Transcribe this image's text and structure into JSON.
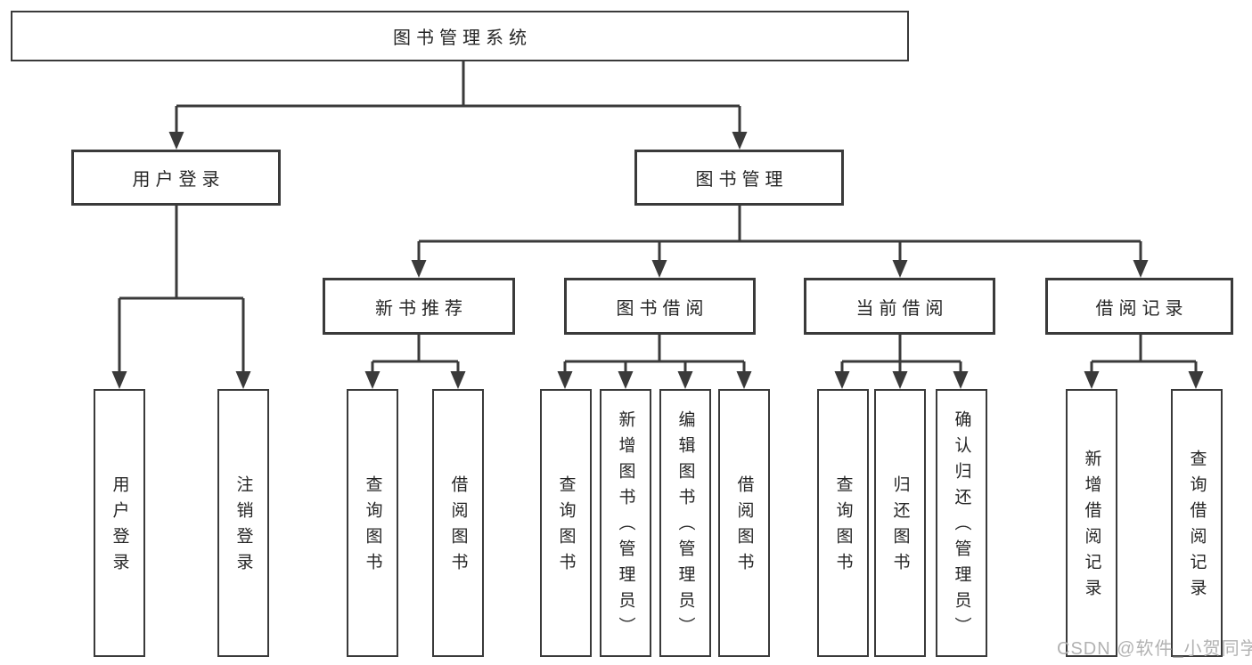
{
  "watermark": "CSDN @软件_小贺同学",
  "colors": {
    "line": "#3a3a3a",
    "text": "#262626",
    "box_background": "#ffffff",
    "watermark": "#b2b2b2"
  },
  "tree": {
    "label": "图书管理系统",
    "children": [
      {
        "label": "用户登录",
        "children": [
          {
            "label": "用户登录"
          },
          {
            "label": "注销登录"
          }
        ]
      },
      {
        "label": "图书管理",
        "children": [
          {
            "label": "新书推荐",
            "children": [
              {
                "label": "查询图书"
              },
              {
                "label": "借阅图书"
              }
            ]
          },
          {
            "label": "图书借阅",
            "children": [
              {
                "label": "查询图书"
              },
              {
                "label": "新增图书（管理员）"
              },
              {
                "label": "编辑图书（管理员）"
              },
              {
                "label": "借阅图书"
              }
            ]
          },
          {
            "label": "当前借阅",
            "children": [
              {
                "label": "查询图书"
              },
              {
                "label": "归还图书"
              },
              {
                "label": "确认归还（管理员）"
              }
            ]
          },
          {
            "label": "借阅记录",
            "children": [
              {
                "label": "新增借阅记录"
              },
              {
                "label": "查询借阅记录"
              }
            ]
          }
        ]
      }
    ]
  }
}
